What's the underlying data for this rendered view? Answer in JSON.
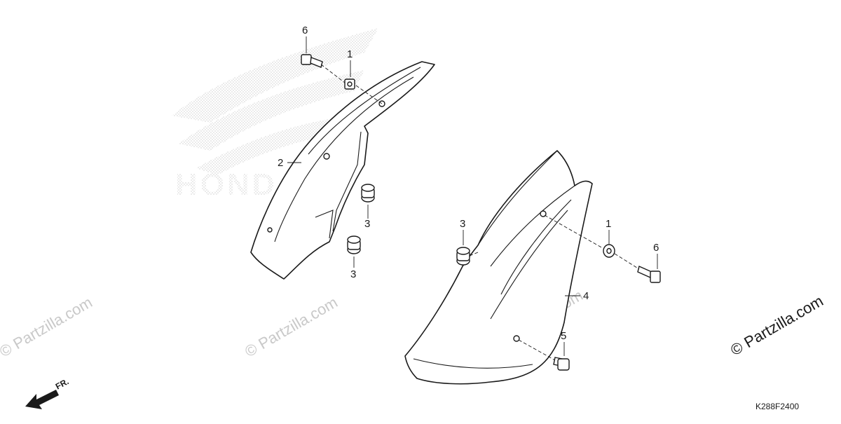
{
  "diagram": {
    "callouts": {
      "top_left_6": "6",
      "top_left_1": "1",
      "left_2": "2",
      "left_3_upper": "3",
      "left_3_lower": "3",
      "right_3": "3",
      "right_1": "1",
      "right_6": "6",
      "right_4": "4",
      "right_5": "5"
    },
    "front_arrow_label": "FR.",
    "diagram_code": "K288F2400",
    "watermark_text": "© Partzilla.com",
    "background_logo_letters": "HONDA"
  }
}
